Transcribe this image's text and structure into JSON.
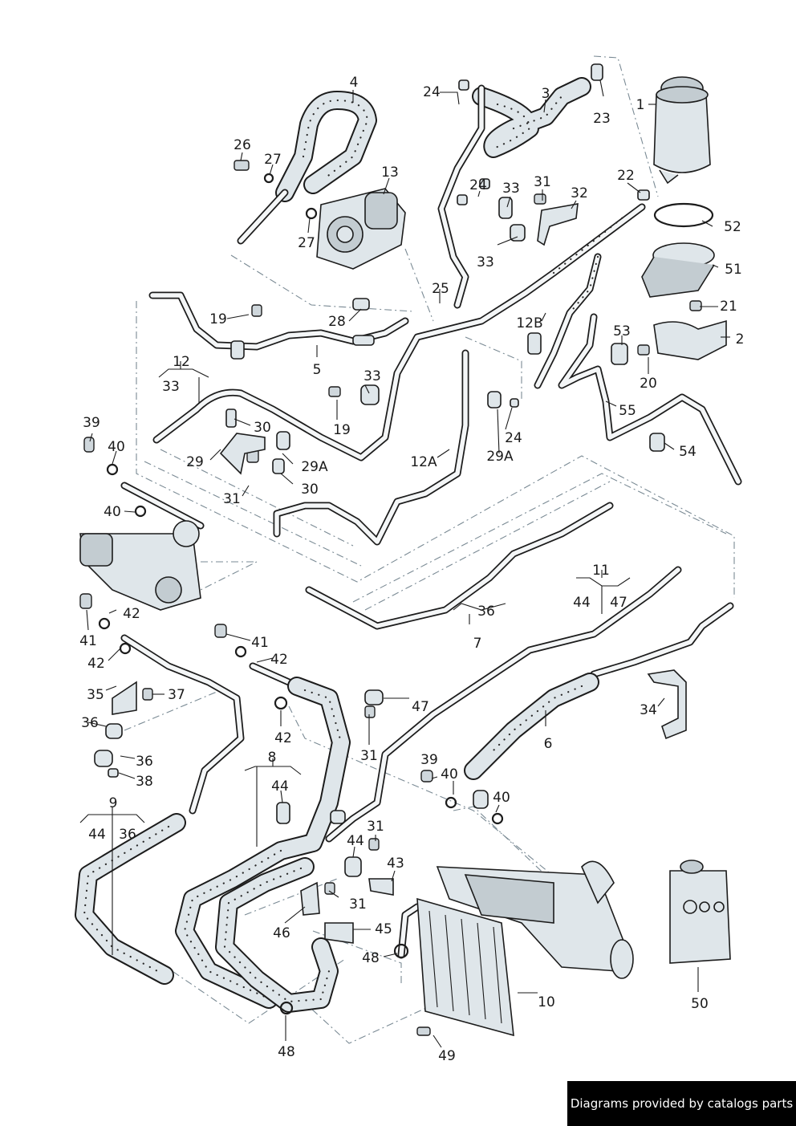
{
  "footer": {
    "text": "Diagrams provided by catalogs parts"
  },
  "labels": {
    "l1": "1",
    "l2": "2",
    "l3": "3",
    "l4": "4",
    "l5": "5",
    "l6": "6",
    "l7": "7",
    "l8": "8",
    "l9": "9",
    "l10": "10",
    "l11": "11",
    "l12": "12",
    "l12a": "12A",
    "l12b": "12B",
    "l13": "13",
    "l19a": "19",
    "l19b": "19",
    "l20": "20",
    "l21": "21",
    "l22": "22",
    "l23": "23",
    "l24a": "24",
    "l24b": "24",
    "l24c": "24",
    "l25": "25",
    "l26": "26",
    "l27a": "27",
    "l27b": "27",
    "l28": "28",
    "l29": "29",
    "l29aa": "29A",
    "l29ab": "29A",
    "l30a": "30",
    "l30b": "30",
    "l31a": "31",
    "l31b": "31",
    "l31c": "31",
    "l31d": "31",
    "l31e": "31",
    "l32": "32",
    "l33a": "33",
    "l33b": "33",
    "l33c": "33",
    "l33d": "33",
    "l34": "34",
    "l35": "35",
    "l36a": "36",
    "l36b": "36",
    "l36c": "36",
    "l36d": "36",
    "l37": "37",
    "l38": "38",
    "l39a": "39",
    "l39b": "39",
    "l40a": "40",
    "l40b": "40",
    "l40c": "40",
    "l40d": "40",
    "l41a": "41",
    "l41b": "41",
    "l42a": "42",
    "l42b": "42",
    "l42c": "42",
    "l42d": "42",
    "l43": "43",
    "l44a": "44",
    "l44b": "44",
    "l44c": "44",
    "l44d": "44",
    "l45": "45",
    "l46": "46",
    "l47a": "47",
    "l47b": "47",
    "l48a": "48",
    "l48b": "48",
    "l49": "49",
    "l50": "50",
    "l51": "51",
    "l52": "52",
    "l53": "53",
    "l54": "54",
    "l55": "55"
  }
}
